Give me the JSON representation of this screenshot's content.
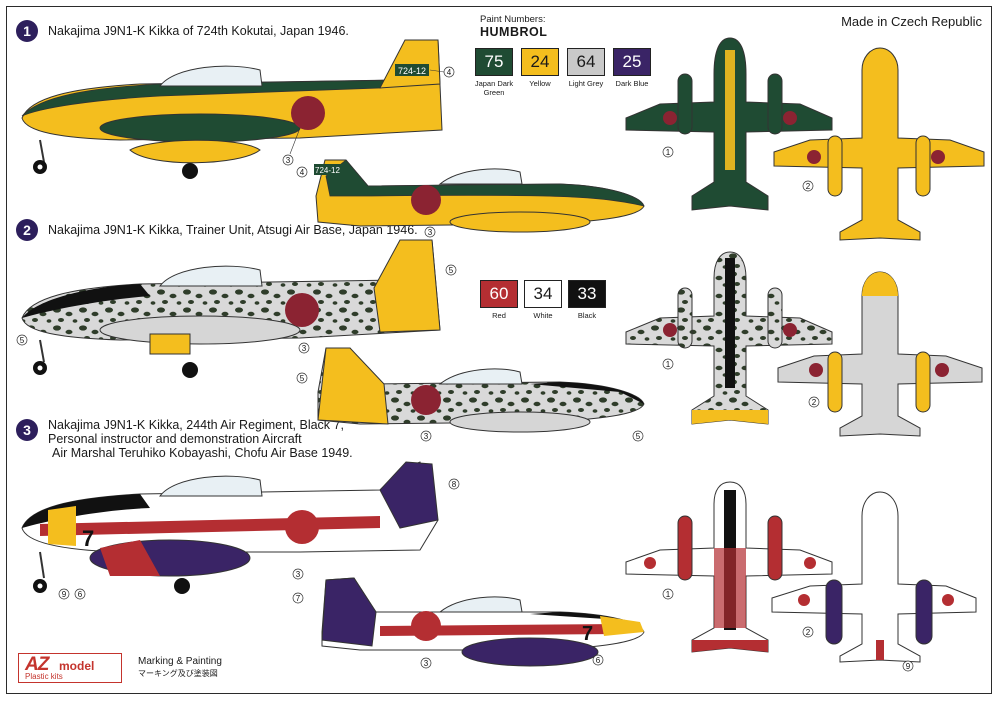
{
  "header": {
    "made_in": "Made in Czech Republic",
    "paint_numbers_label": "Paint Numbers:",
    "paint_brand": "HUMBROL"
  },
  "swatches_row1": [
    {
      "code": "75",
      "label": "Japan Dark Green",
      "color": "#1f4b33",
      "text_color": "#ffffff"
    },
    {
      "code": "24",
      "label": "Yellow",
      "color": "#f4be1e",
      "text_color": "#1a1a1a"
    },
    {
      "code": "64",
      "label": "Light Grey",
      "color": "#c9c9c9",
      "text_color": "#1a1a1a"
    },
    {
      "code": "25",
      "label": "Dark Blue",
      "color": "#3a2466",
      "text_color": "#ffffff"
    }
  ],
  "swatches_row2": [
    {
      "code": "60",
      "label": "Red",
      "color": "#b42e32",
      "text_color": "#ffffff"
    },
    {
      "code": "34",
      "label": "White",
      "color": "#ffffff",
      "text_color": "#1a1a1a"
    },
    {
      "code": "33",
      "label": "Black",
      "color": "#111111",
      "text_color": "#ffffff"
    }
  ],
  "schemes": [
    {
      "number": "1",
      "title": "Nakajima J9N1-K Kikka of 724th Kokutai, Japan 1946."
    },
    {
      "number": "2",
      "title": "Nakajima J9N1-K Kikka, Trainer Unit, Atsugi Air Base, Japan 1946."
    },
    {
      "number": "3",
      "lines": [
        "Nakajima J9N1-K Kikka, 244th Air Regiment, Black 7,",
        "Personal instructor and demonstration Aircraft",
        "Air Marshal Teruhiko Kobayashi, Chofu Air Base 1949."
      ]
    }
  ],
  "aircraft_codes": {
    "tail_code": "724-12",
    "nose_number": "7"
  },
  "callouts": {
    "c1": "1",
    "c2": "2",
    "c3": "3",
    "c4": "4",
    "c5": "5",
    "c6": "6",
    "c7": "7",
    "c8": "8",
    "c9": "9"
  },
  "footer": {
    "brand_az": "AZ",
    "brand_model": "model",
    "brand_kits": "Plastic kits",
    "marking": "Marking & Painting",
    "marking_jp": "マーキング及び塗装図"
  },
  "colors": {
    "green": "#1f4b33",
    "yellow": "#f4be1e",
    "grey": "#d6d6d6",
    "blue": "#3a2466",
    "red": "#b42e32",
    "black": "#111111"
  }
}
